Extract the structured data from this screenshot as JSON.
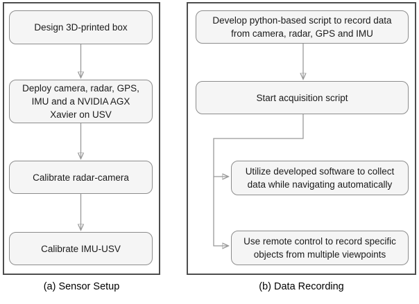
{
  "figure": {
    "colors": {
      "box_fill": "#f5f5f5",
      "box_border": "#8c8c8c",
      "panel_border": "#4d4d4d",
      "arrow": "#999999",
      "text": "#1a1a1a"
    },
    "panels": [
      {
        "id": "a",
        "caption": "(a) Sensor Setup",
        "boxes": [
          {
            "label": "Design 3D-printed box"
          },
          {
            "label": "Deploy  camera, radar, GPS,\nIMU and a NVIDIA AGX\nXavier on USV"
          },
          {
            "label": "Calibrate radar-camera"
          },
          {
            "label": "Calibrate IMU-USV"
          }
        ]
      },
      {
        "id": "b",
        "caption": "(b) Data Recording",
        "boxes": [
          {
            "label": "Develop python-based script to record data\nfrom camera, radar, GPS and IMU"
          },
          {
            "label": "Start acquisition script"
          },
          {
            "label": "Utilize developed software to collect\ndata while navigating automatically"
          },
          {
            "label": "Use remote control to record specific\nobjects from multiple viewpoints"
          }
        ]
      }
    ]
  }
}
